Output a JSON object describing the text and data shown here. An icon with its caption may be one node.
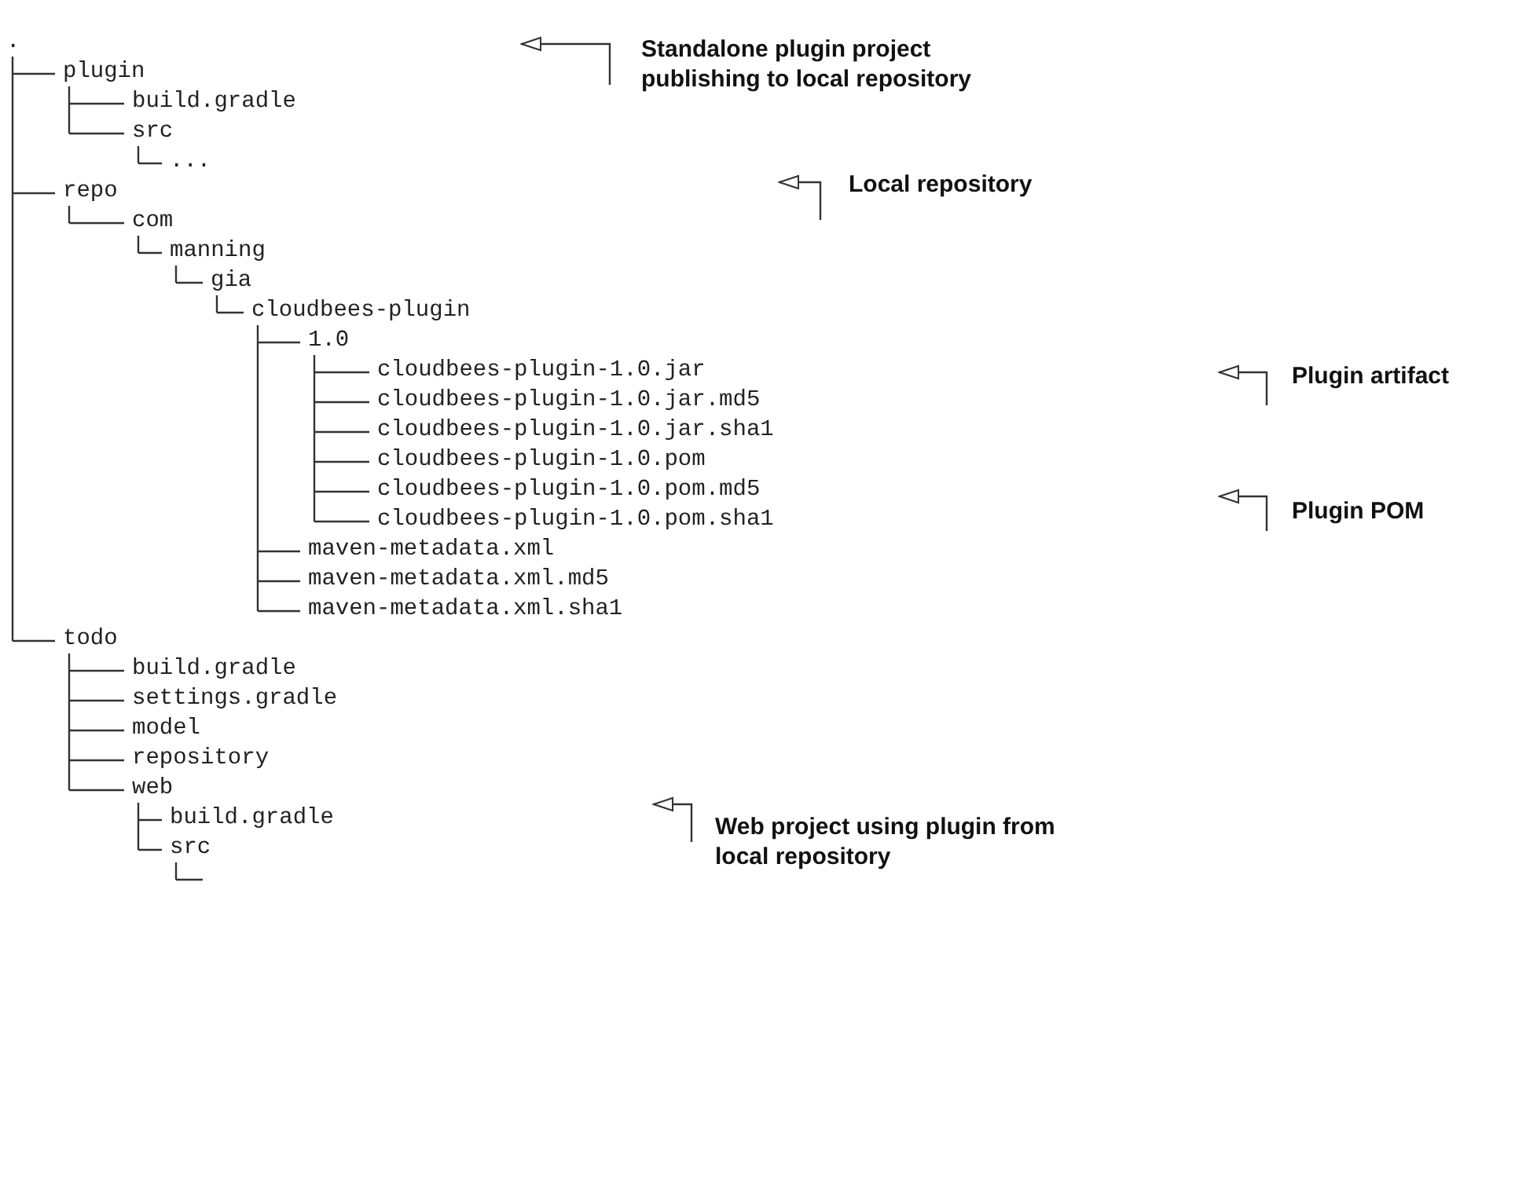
{
  "diagram": {
    "nodes": [
      {
        "text": [
          "Standalone plugin project publishing to local repository"
        ]
      },
      {
        "text": [
          "Local repository"
        ]
      },
      {
        "text": [
          "Plugin artifact"
        ]
      },
      {
        "text": [
          "Plugin POM"
        ]
      },
      {
        "text": [
          "Web project using plugin from local repository"
        ]
      }
    ],
    "edges": [
      {
        "from": 0,
        "to": null,
        "arrow": "to"
      },
      {
        "from": 1,
        "to": null,
        "arrow": "to"
      },
      {
        "from": 2,
        "to": null,
        "arrow": "to"
      },
      {
        "from": 3,
        "to": null,
        "arrow": "to"
      },
      {
        "from": 4,
        "to": null,
        "arrow": "to"
      }
    ],
    "labels": [
      ".",
      "plugin",
      "build.gradle",
      "src",
      "...",
      "repo",
      "com",
      "manning",
      "gia",
      "cloudbees-plugin",
      "1.0",
      "cloudbees-plugin-1.0.jar",
      "cloudbees-plugin-1.0.jar.md5",
      "cloudbees-plugin-1.0.jar.sha1",
      "cloudbees-plugin-1.0.pom",
      "cloudbees-plugin-1.0.pom.md5",
      "cloudbees-plugin-1.0.pom.sha1",
      "maven-metadata.xml",
      "maven-metadata.xml.md5",
      "maven-metadata.xml.sha1",
      "todo",
      "build.gradle",
      "settings.gradle",
      "model",
      "repository",
      "web",
      "build.gradle",
      "src"
    ]
  }
}
